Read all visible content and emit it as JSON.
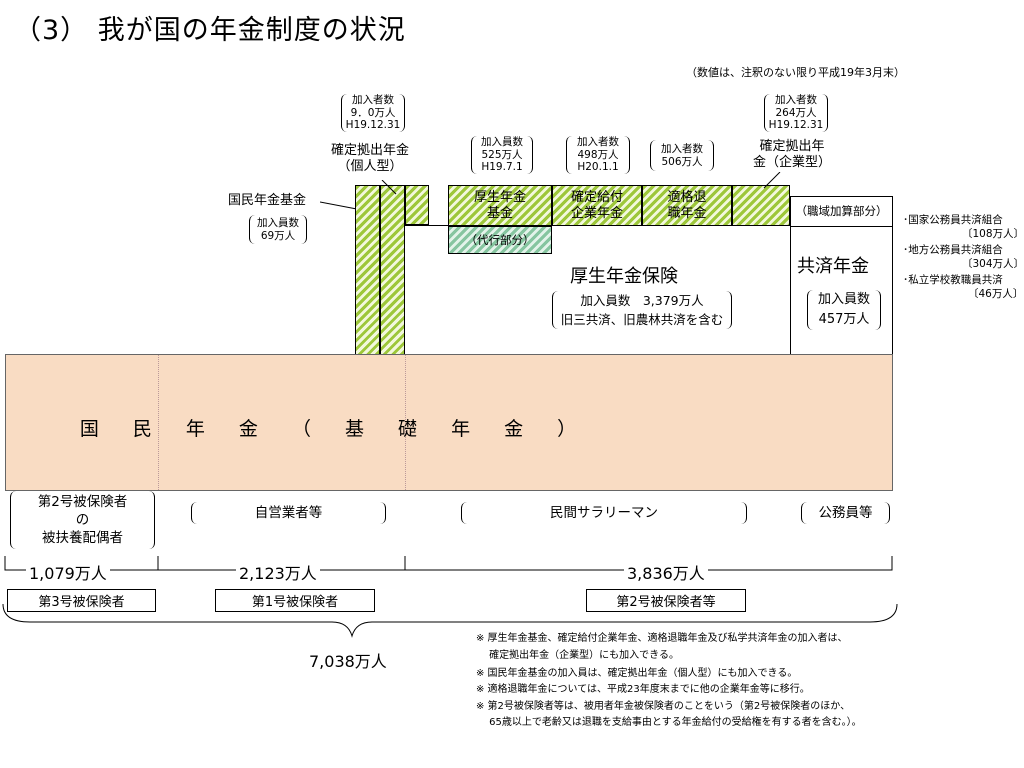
{
  "title": "（3） 我が国の年金制度の状況",
  "top_note": "（数値は、注釈のない限り平成19年3月末）",
  "kakutei_kojin": {
    "members": [
      "加入者数",
      "9．0万人",
      "H19.12.31"
    ],
    "label": [
      "確定拠出年金",
      "（個人型）"
    ]
  },
  "kakutei_kigyo": {
    "members": [
      "加入者数",
      "264万人",
      "H19.12.31"
    ],
    "label": [
      "確定拠出年",
      "金（企業型）"
    ]
  },
  "kokumin_kikin": {
    "label": "国民年金基金",
    "members": [
      "加入員数",
      "69万人"
    ]
  },
  "kosei_kikin": {
    "members": [
      "加入員数",
      "525万人",
      "H19.7.1"
    ],
    "label": [
      "厚生年金",
      "基金"
    ],
    "daiko": "（代行部分）"
  },
  "kakutei_kyufu": {
    "members": [
      "加入者数",
      "498万人",
      "H20.1.1"
    ],
    "label": [
      "確定給付",
      "企業年金"
    ]
  },
  "tekikaku": {
    "members": [
      "加入者数",
      "506万人"
    ],
    "label": [
      "適格退",
      "職年金"
    ]
  },
  "kosei_hoken": {
    "label": "厚生年金保険",
    "members": [
      "加入員数　3,379万人",
      "旧三共済、旧農林共済を含む"
    ]
  },
  "kyosai": {
    "shokuiki": "（職域加算部分）",
    "label": "共済年金",
    "members": [
      "加入員数",
      "457万人"
    ]
  },
  "side_list": [
    "･国家公務員共済組合",
    "〔108万人〕",
    "･地方公務員共済組合",
    "〔304万人〕",
    "･私立学校教職員共済",
    "〔46万人〕"
  ],
  "kokumin_nenkin": "国 民 年 金 （ 基 礎 年 金 ）",
  "groups": {
    "dai3_desc": [
      "第2号被保険者",
      "の",
      "被扶養配偶者"
    ],
    "jieigyo": "自営業者等",
    "salary": "民間サラリーマン",
    "komuin": "公務員等"
  },
  "counts": {
    "dai3": "1,079万人",
    "dai1": "2,123万人",
    "dai2": "3,836万人",
    "total": "7,038万人"
  },
  "categories": {
    "dai3": "第3号被保険者",
    "dai1": "第1号被保険者",
    "dai2": "第2号被保険者等"
  },
  "footnotes": [
    "※ 厚生年金基金、確定給付企業年金、適格退職年金及び私学共済年金の加入者は、",
    "　 確定拠出年金（企業型）にも加入できる。",
    "※ 国民年金基金の加入員は、確定拠出年金（個人型）にも加入できる。",
    "※ 適格退職年金については、平成23年度末までに他の企業年金等に移行。",
    "※ 第2号被保険者等は、被用者年金被保険者のことをいう（第2号被保険者のほか、",
    "　 65歳以上で老齢又は退職を支給事由とする年金給付の受給権を有する者を含む。）。"
  ]
}
